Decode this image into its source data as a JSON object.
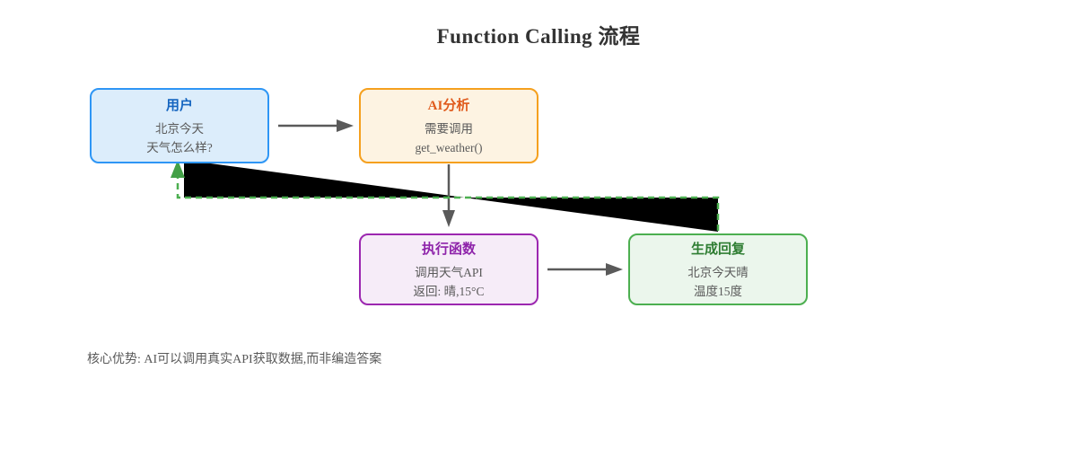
{
  "title": "Function Calling 流程",
  "note": "核心优势: AI可以调用真实API获取数据,而非编造答案",
  "nodes": [
    {
      "id": "user",
      "title": "用户",
      "lines": [
        "北京今天",
        "天气怎么样?"
      ],
      "border_color": "#2E96F5",
      "fill_color": "#DCEDFB",
      "title_color": "#1565C0"
    },
    {
      "id": "ai-analysis",
      "title": "AI分析",
      "lines": [
        "需要调用",
        "get_weather()"
      ],
      "border_color": "#F5A01E",
      "fill_color": "#FDF3E2",
      "title_color": "#E05A1C"
    },
    {
      "id": "execute-function",
      "title": "执行函数",
      "lines": [
        "调用天气API",
        "返回: 晴,15°C"
      ],
      "border_color": "#9C27B0",
      "fill_color": "#F6ECF8",
      "title_color": "#8E24AA"
    },
    {
      "id": "generate-reply",
      "title": "生成回复",
      "lines": [
        "北京今天晴",
        "温度15度"
      ],
      "border_color": "#4CAF50",
      "fill_color": "#EBF6EC",
      "title_color": "#2E7D32"
    }
  ],
  "edges": [
    {
      "from": "user",
      "to": "ai-analysis",
      "style": "solid-gray-arrow"
    },
    {
      "from": "ai-analysis",
      "to": "execute-function",
      "style": "solid-gray-arrow"
    },
    {
      "from": "execute-function",
      "to": "generate-reply",
      "style": "solid-gray-arrow"
    },
    {
      "from": "generate-reply",
      "to": "user",
      "style": "dashed-green-arrow-with-black-ribbon-artifact"
    }
  ],
  "colors": {
    "arrow_gray": "#5a5a5a",
    "feedback_green": "#4CAF50",
    "feedback_arrowhead_green": "#43A047",
    "artifact_black": "#000000",
    "title_text": "#333333",
    "body_text": "#5a5a5a"
  }
}
